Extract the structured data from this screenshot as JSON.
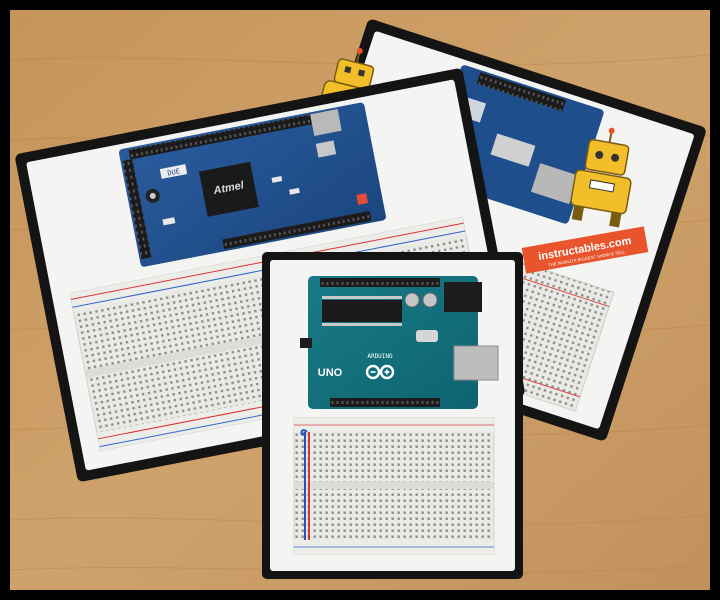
{
  "photo": {
    "description_hidden": false,
    "boards": {
      "due": {
        "logo_text": "Atmel",
        "board_label": "DUE"
      },
      "uno": {
        "board_label": "UNO",
        "brand_text": "ARDUINO"
      },
      "back": {}
    },
    "banner": {
      "site": "instructables.com",
      "tagline": "THE WORLD'S BIGGEST SHOW & TELL"
    }
  },
  "colors": {
    "frame": "#000000",
    "table": "#c99a62",
    "card_border": "#151515",
    "card_face": "#f4f4f2",
    "due_blue": "#1f4f8f",
    "uno_teal": "#136f7a",
    "banner_orange": "#e8552c",
    "robot_yellow": "#f2bf2a"
  },
  "icons": [
    "arduino-infinity-logo-icon",
    "instructables-robot-icon"
  ]
}
